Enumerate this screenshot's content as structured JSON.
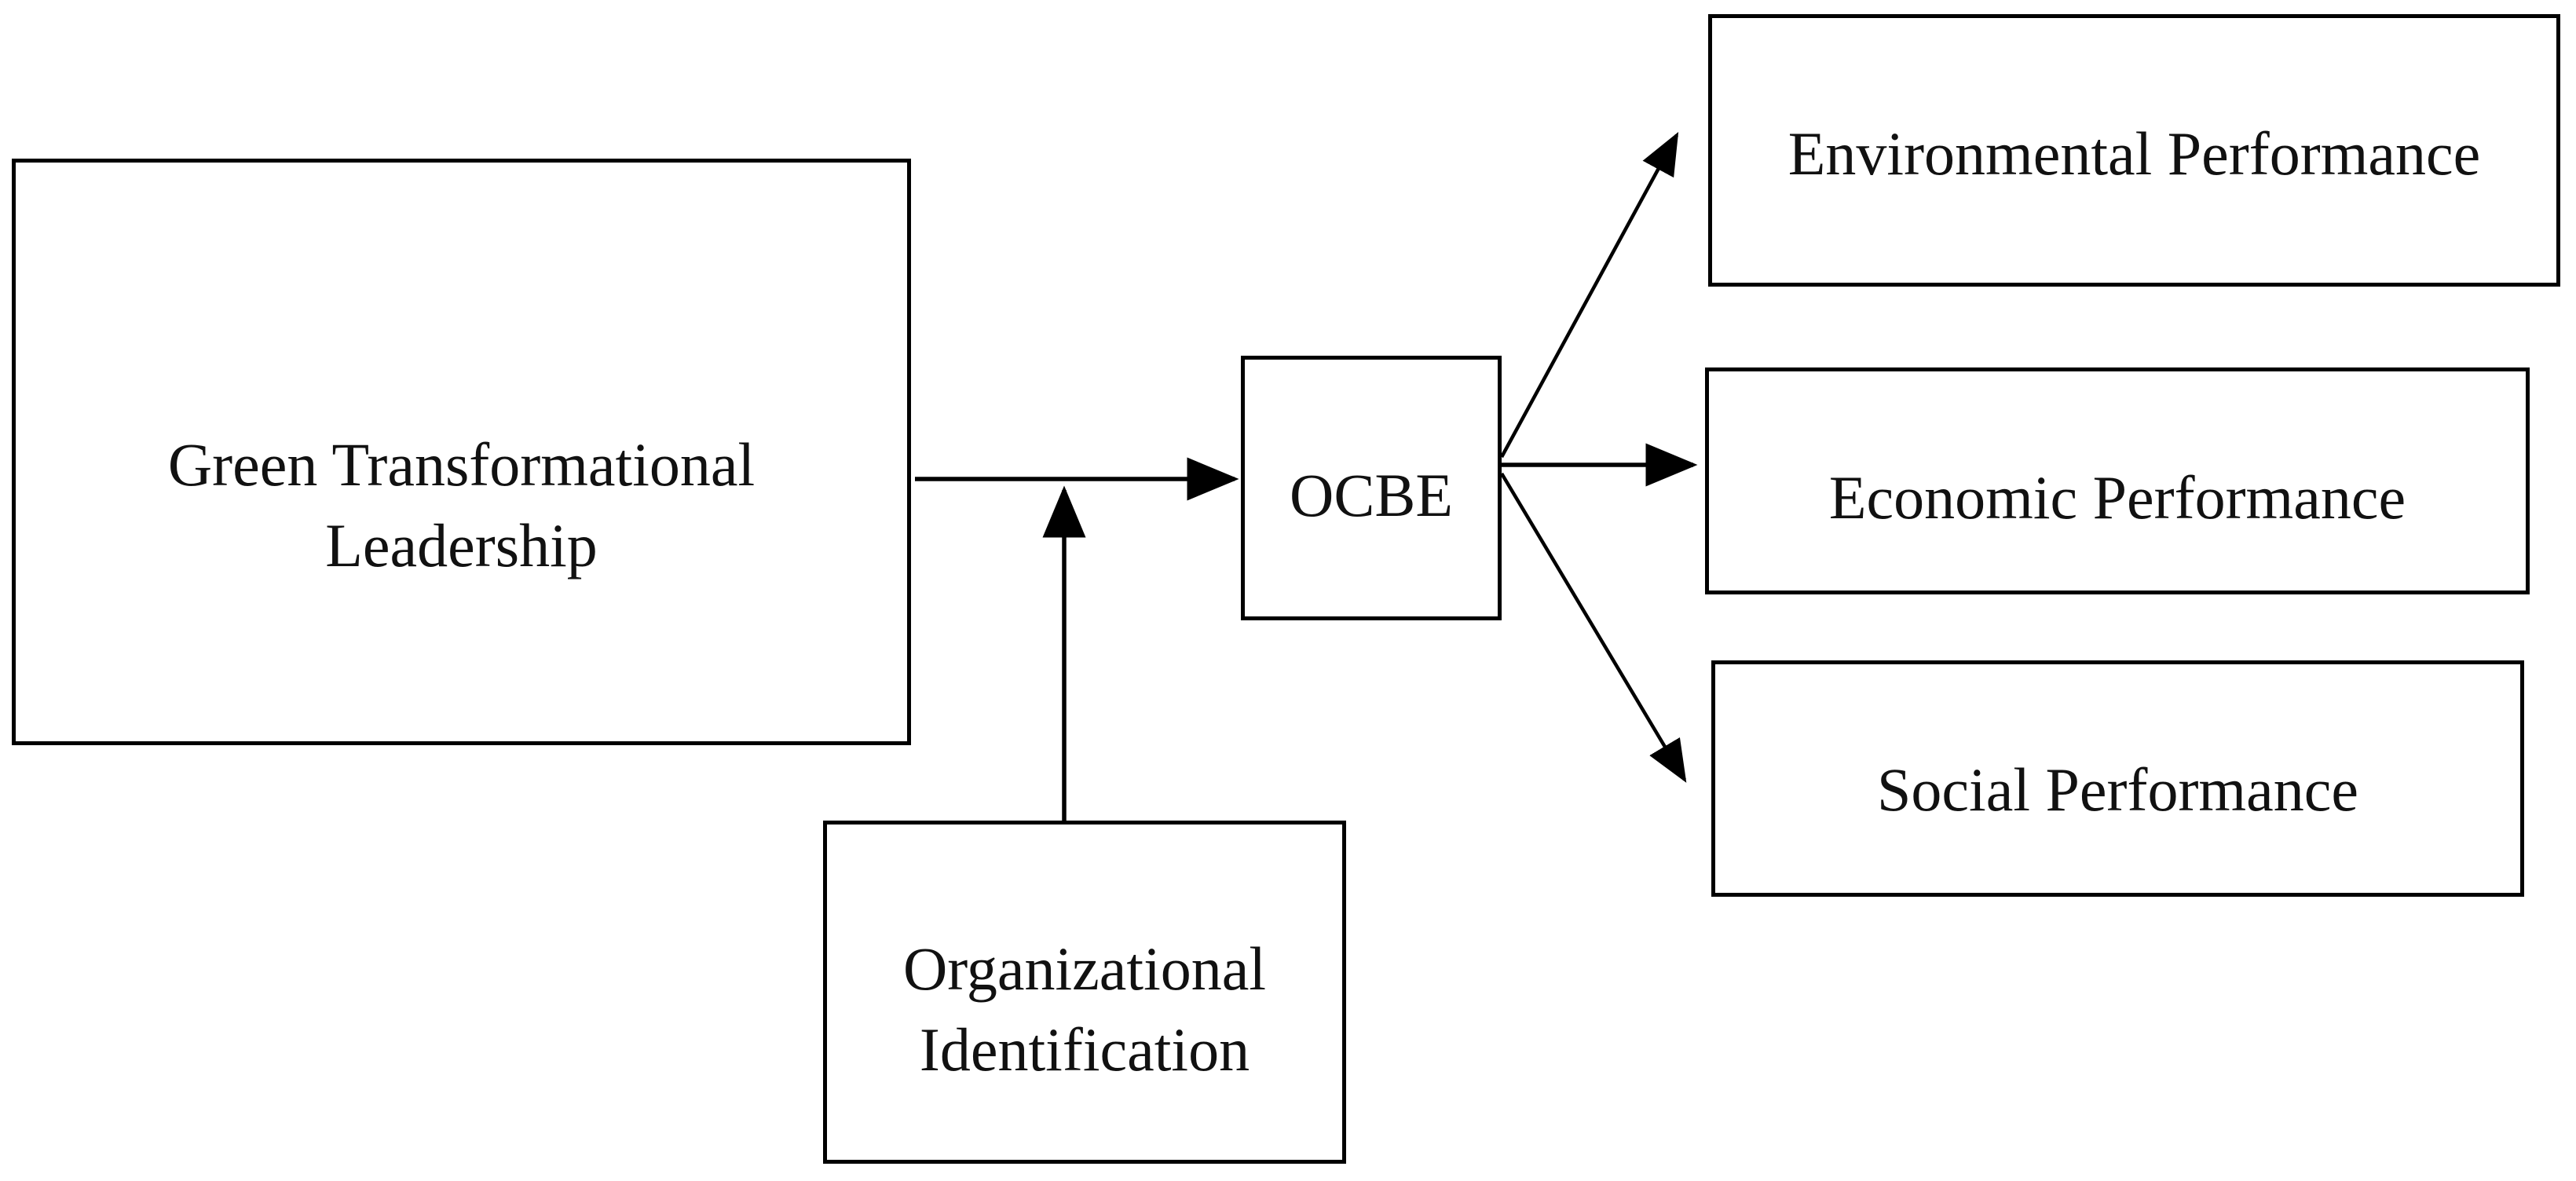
{
  "diagram": {
    "description": "Conceptual research model: Green Transformational Leadership affects OCBE, moderated by Organizational Identification; OCBE affects Environmental, Economic and Social Performance.",
    "nodes": {
      "green_transformational_leadership": {
        "label": "Green Transformational Leadership"
      },
      "organizational_identification": {
        "label": "Organizational Identification"
      },
      "ocbe": {
        "label": "OCBE"
      },
      "environmental_performance": {
        "label": "Environmental Performance"
      },
      "economic_performance": {
        "label": "Economic Performance"
      },
      "social_performance": {
        "label": "Social Performance"
      }
    },
    "edges": [
      {
        "from": "Green Transformational Leadership",
        "to": "OCBE",
        "type": "direct-arrow"
      },
      {
        "from": "Organizational Identification",
        "to": "path: Green Transformational Leadership → OCBE",
        "type": "moderation-arrow"
      },
      {
        "from": "OCBE",
        "to": "Environmental Performance",
        "type": "direct-arrow"
      },
      {
        "from": "OCBE",
        "to": "Economic Performance",
        "type": "direct-arrow"
      },
      {
        "from": "OCBE",
        "to": "Social Performance",
        "type": "direct-arrow"
      }
    ],
    "colors": {
      "background": "#ffffff",
      "box_border": "#000000",
      "arrow": "#000000",
      "text": "#111111"
    }
  }
}
